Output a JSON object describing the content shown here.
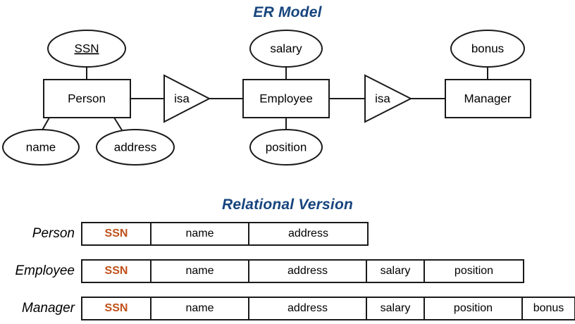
{
  "er": {
    "title": "ER Model",
    "title_color": "#17457E",
    "entities": [
      {
        "name": "Person",
        "id": "entity-person"
      },
      {
        "name": "Employee",
        "id": "entity-employee"
      },
      {
        "name": "Manager",
        "id": "entity-manager"
      }
    ],
    "relationships": [
      {
        "label": "isa",
        "from": "Person",
        "to": "Employee"
      },
      {
        "label": "isa",
        "from": "Employee",
        "to": "Manager"
      }
    ],
    "attributes": [
      {
        "name": "SSN",
        "owner": "Person",
        "key": true,
        "position": "above"
      },
      {
        "name": "name",
        "owner": "Person",
        "key": false,
        "position": "below"
      },
      {
        "name": "address",
        "owner": "Person",
        "key": false,
        "position": "below"
      },
      {
        "name": "salary",
        "owner": "Employee",
        "key": false,
        "position": "above"
      },
      {
        "name": "position",
        "owner": "Employee",
        "key": false,
        "position": "below"
      },
      {
        "name": "bonus",
        "owner": "Manager",
        "key": false,
        "position": "above"
      }
    ]
  },
  "relational": {
    "title": "Relational Version",
    "title_color": "#17457E",
    "pk_color": "#C0501A",
    "tables": [
      {
        "name": "Person",
        "columns": [
          {
            "label": "SSN",
            "pk": true,
            "width": 98
          },
          {
            "label": "name",
            "pk": false,
            "width": 139
          },
          {
            "label": "address",
            "pk": false,
            "width": 167
          }
        ]
      },
      {
        "name": "Employee",
        "columns": [
          {
            "label": "SSN",
            "pk": true,
            "width": 98
          },
          {
            "label": "name",
            "pk": false,
            "width": 139
          },
          {
            "label": "address",
            "pk": false,
            "width": 167
          },
          {
            "label": "salary",
            "pk": false,
            "width": 82
          },
          {
            "label": "position",
            "pk": false,
            "width": 139
          }
        ]
      },
      {
        "name": "Manager",
        "columns": [
          {
            "label": "SSN",
            "pk": true,
            "width": 98
          },
          {
            "label": "name",
            "pk": false,
            "width": 139
          },
          {
            "label": "address",
            "pk": false,
            "width": 167
          },
          {
            "label": "salary",
            "pk": false,
            "width": 82
          },
          {
            "label": "position",
            "pk": false,
            "width": 139
          },
          {
            "label": "bonus",
            "pk": false,
            "width": 73
          }
        ]
      }
    ]
  }
}
